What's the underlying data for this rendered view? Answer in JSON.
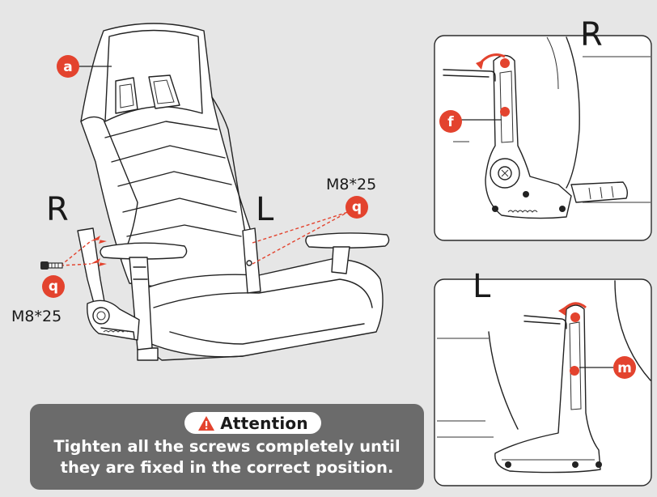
{
  "main": {
    "side_right": "R",
    "side_left": "L",
    "screw_spec_right": "M8*25",
    "screw_spec_left": "M8*25",
    "badge_backrest": "a",
    "badge_screw_right": "q",
    "badge_screw_left": "q"
  },
  "detail_right": {
    "side": "R",
    "badge": "f"
  },
  "detail_left": {
    "side": "L",
    "badge": "m"
  },
  "attention": {
    "title": "Attention",
    "text_line1": "Tighten all the screws completely until",
    "text_line2": "they are fixed in the correct position."
  },
  "colors": {
    "badge": "#e3432e",
    "background": "#e6e6e6",
    "attention_box": "#6b6b6b"
  }
}
